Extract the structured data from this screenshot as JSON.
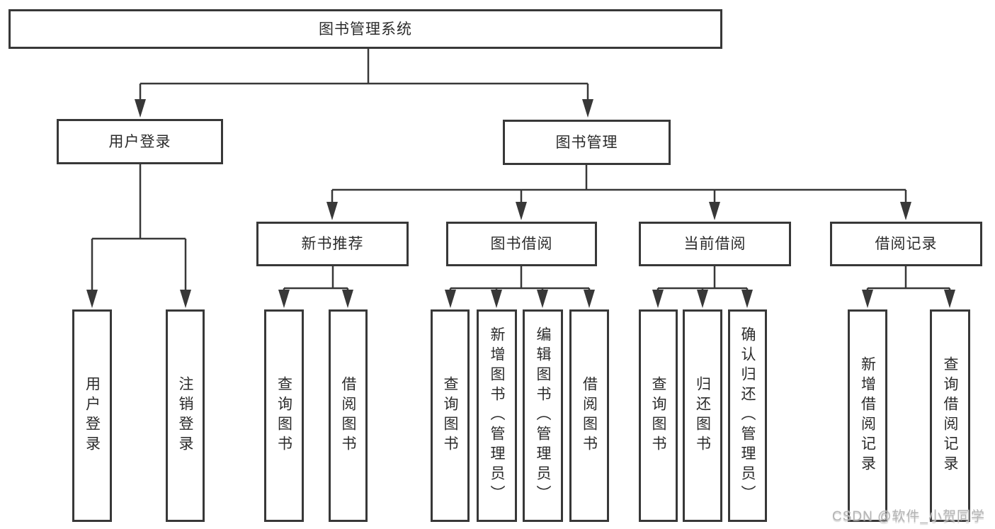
{
  "diagram": {
    "type": "hierarchy-tree",
    "root": {
      "label": "图书管理系统"
    },
    "level2": [
      {
        "label": "用户登录"
      },
      {
        "label": "图书管理"
      }
    ],
    "level3": [
      {
        "label": "新书推荐",
        "parent": "图书管理"
      },
      {
        "label": "图书借阅",
        "parent": "图书管理"
      },
      {
        "label": "当前借阅",
        "parent": "图书管理"
      },
      {
        "label": "借阅记录",
        "parent": "图书管理"
      }
    ],
    "leaves": [
      {
        "label": "用户登录",
        "parent": "用户登录"
      },
      {
        "label": "注销登录",
        "parent": "用户登录"
      },
      {
        "label": "查询图书",
        "parent": "新书推荐"
      },
      {
        "label": "借阅图书",
        "parent": "新书推荐"
      },
      {
        "label": "查询图书",
        "parent": "图书借阅"
      },
      {
        "label": "新增图书（管理员）",
        "parent": "图书借阅"
      },
      {
        "label": "编辑图书（管理员）",
        "parent": "图书借阅"
      },
      {
        "label": "借阅图书",
        "parent": "图书借阅"
      },
      {
        "label": "查询图书",
        "parent": "当前借阅"
      },
      {
        "label": "归还图书",
        "parent": "当前借阅"
      },
      {
        "label": "确认归还（管理员）",
        "parent": "当前借阅"
      },
      {
        "label": "新增借阅记录",
        "parent": "借阅记录"
      },
      {
        "label": "查询借阅记录",
        "parent": "借阅记录"
      }
    ],
    "colors": {
      "line": "#383838",
      "box_border": "#383838",
      "text": "#2b2b2b",
      "background": "#ffffff",
      "watermark": "#b4b4b4"
    }
  },
  "watermark": {
    "text": "CSDN @软件_小贺同学"
  }
}
